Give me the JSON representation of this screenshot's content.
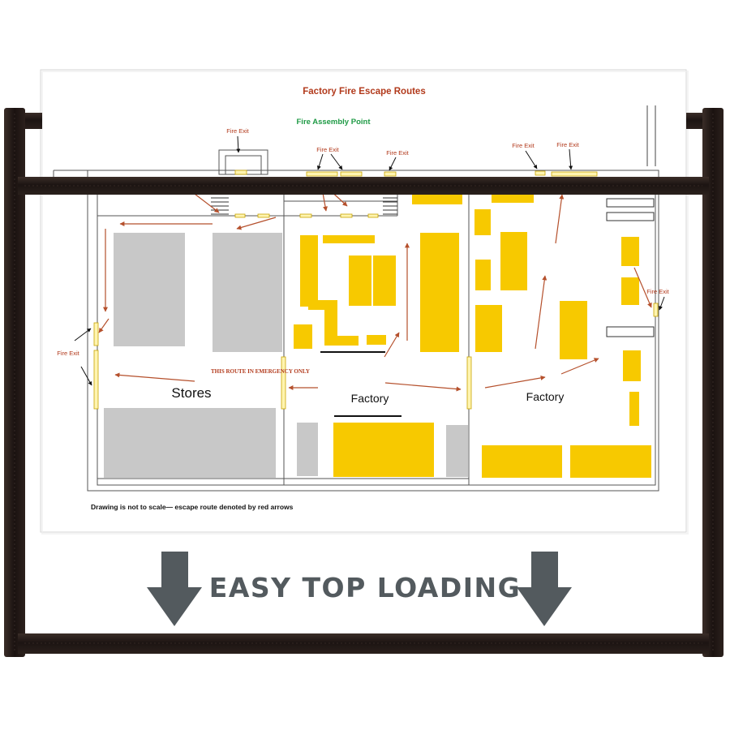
{
  "plan": {
    "title": "Factory Fire Escape Routes",
    "assembly_point": "Fire Assembly Point",
    "fire_exit_label": "Fire Exit",
    "emergency_route_note": "THIS ROUTE IN EMERGENCY ONLY",
    "rooms": [
      "Stores",
      "Factory",
      "Factory"
    ],
    "footer_note": "Drawing is not to scale—  escape route denoted by red arrows"
  },
  "banner": {
    "headline": "EASY TOP LOADING"
  },
  "colors": {
    "frame": "#231a17",
    "title_red": "#b23a1c",
    "assembly_green": "#1e9a45",
    "machine_yellow": "#f7c900",
    "storage_gray": "#c8c8c8",
    "route_arrow": "#b5502c",
    "banner_gray": "#535a5e"
  },
  "icons": {
    "down_arrow_left": "down-arrow-icon",
    "down_arrow_right": "down-arrow-icon"
  }
}
